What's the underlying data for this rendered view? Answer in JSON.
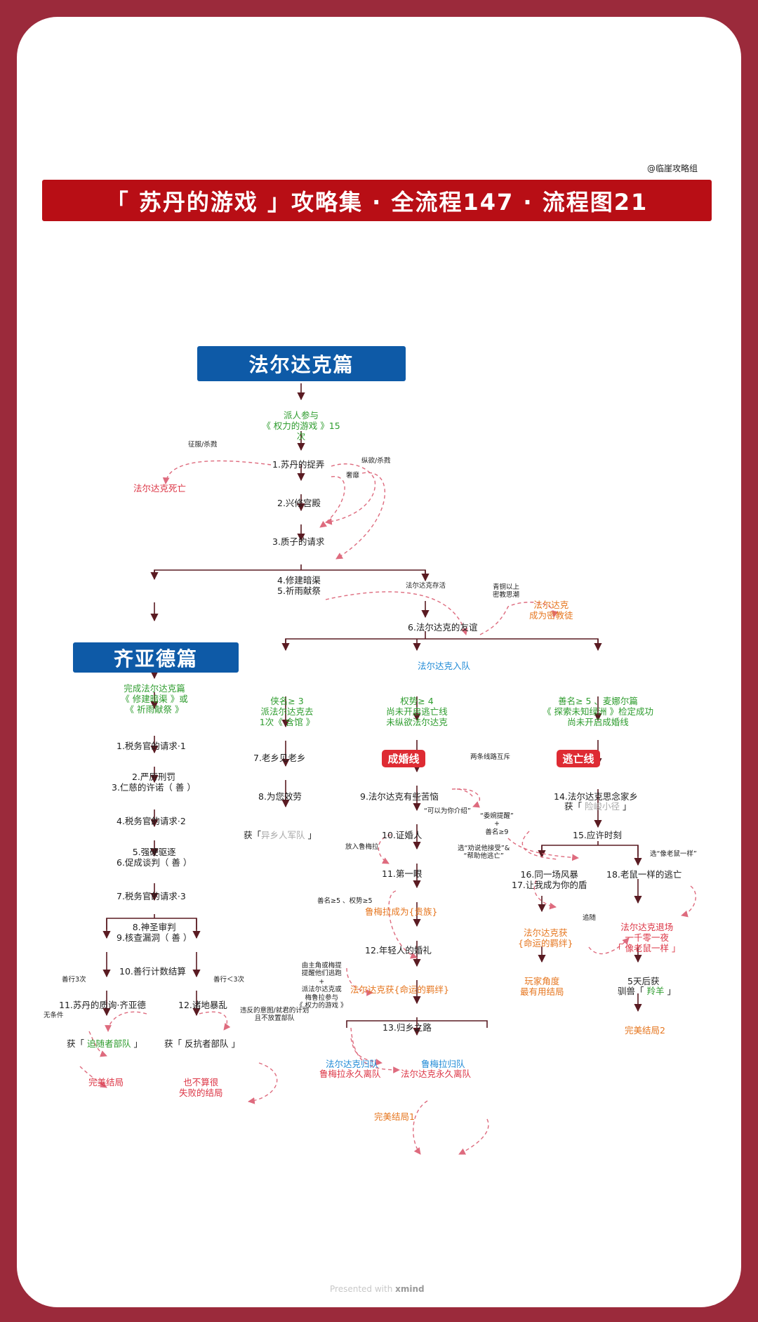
{
  "credit": "@临崖攻略组",
  "title": "「 苏丹的游戏 」攻略集 · 全流程147 · 流程图21",
  "footer": {
    "presented": "Presented with",
    "brand": "xmind"
  },
  "falldak": {
    "header": "法尔达克篇",
    "req": "派人参与\n《 权力的游戏 》15次",
    "conquer_kill": "征服/杀戮",
    "death": "法尔达克死亡",
    "n1": "1.苏丹的捉弄",
    "indulge_kill": "纵欲/杀戮",
    "luxury": "奢靡",
    "n2": "2.兴修宫殿",
    "n3": "3.质子的请求",
    "n45": "4.修建暗渠\n5.祈雨献祭",
    "alive": "法尔达克存活",
    "bronze": "青铜以上\n密教思潮",
    "cultist": "法尔达克\n成为密教徒",
    "n6": "6.法尔达克的友谊",
    "join": "法尔达克入队",
    "cond_left": "侠名≥ 3\n派法尔达克去\n1次《 含馆 》",
    "cond_mid": "权势≥ 4\n尚未开启逃亡线\n未纵欲法尔达克",
    "cond_right": "善名≥ 5 、麦娜尔篇\n《 探索未知绿洲 》检定成功\n尚未开启成婚线",
    "n7": "7.老乡见老乡",
    "n8": "8.为您效劳",
    "get_outsiders_prefix": "获「",
    "get_outsiders_item": "异乡人军队",
    "get_outsiders_suffix": " 」",
    "marriage_tag": "成婚线",
    "mutex": "两条线路互斥",
    "escape_tag": "逃亡线",
    "n9": "9.法尔达克有些苦恼",
    "can_introduce": "“可以为你介绍”",
    "n10": "10.证婚人",
    "let_in": "放入鲁梅拉",
    "n11": "11.第一眼",
    "good5_power5": "善名≥5 、权势≥5",
    "noble_prefix": "鲁梅拉成为",
    "noble_item": "{贵族}",
    "n12": "12.年轻人的婚礼",
    "protagonist_note": "由主角或梅提\n提醒他们逃跑\n+\n派法尔达克或\n梅鲁拉参与\n《 权力的游戏 》",
    "fate_bond_prefix": "法尔达克获",
    "fate_bond_item": "{命运的羁绊}",
    "n13": "13.归乡之路",
    "fa_return": "法尔达克归队",
    "lu_leave": "鲁梅拉永久离队",
    "lu_return": "鲁梅拉归队",
    "fa_leave": "法尔达克永久离队",
    "perfect1": "完美结局1",
    "n14": "14.法尔达克思念家乡",
    "get_path_prefix": "获「 ",
    "get_path_item": "险峻小径",
    "get_path_suffix": " 」",
    "remind_note": "“委婉提醒”\n+\n善名≥9",
    "n15": "15.应许时刻",
    "persuade_note": "选“劝说他接受”&\n“帮助他逃亡”",
    "mouse_note": "选“像老鼠一样”",
    "n1617": "16.同一场风暴\n17.让我成为你的盾",
    "n18": "18.老鼠一样的逃亡",
    "chase": "追随",
    "fa_fate_prefix": "法尔达克获\n",
    "fa_fate_item": "{命运的羁绊}",
    "fa_exit": "法尔达克退场\n一千零一夜\n「 像老鼠一样 」",
    "player_view": "玩家角度\n最有用结局",
    "five_days": "5天后获",
    "tame_prefix": "驯兽「 ",
    "tame_item": "羚羊",
    "tame_suffix": " 」",
    "perfect2": "完美结局2"
  },
  "ziad": {
    "header": "齐亚德篇",
    "req": "完成法尔达克篇\n《 修建暗渠 》或\n《 祈雨献祭 》",
    "n1": "1.税务官的请求·1",
    "n23": "2.严厉刑罚\n3.仁慈的许诺（ 善 ）",
    "n4": "4.税务官的请求·2",
    "n56": "5.强硬驱逐\n6.促成谈判（ 善 ）",
    "n7": "7.税务官的请求·3",
    "n89": "8.神圣审判\n9.核查漏洞（ 善 ）",
    "n10": "10.善行计数结算",
    "good_ge3": "善行3次",
    "good_lt3": "善行＜3次",
    "no_cond": "无条件",
    "n11": "11.苏丹的质询·齐亚德",
    "n12": "12.诸地暴乱",
    "violate_note": "违反的意图/就君的计划\n且不放置部队",
    "get_followers_prefix": "获「 ",
    "get_followers_item": "追随者部队",
    "get_followers_suffix": " 」",
    "get_rebels": "获「 反抗者部队 」",
    "perfect": "完美结局",
    "not_bad": "也不算很\n失败的结局"
  }
}
